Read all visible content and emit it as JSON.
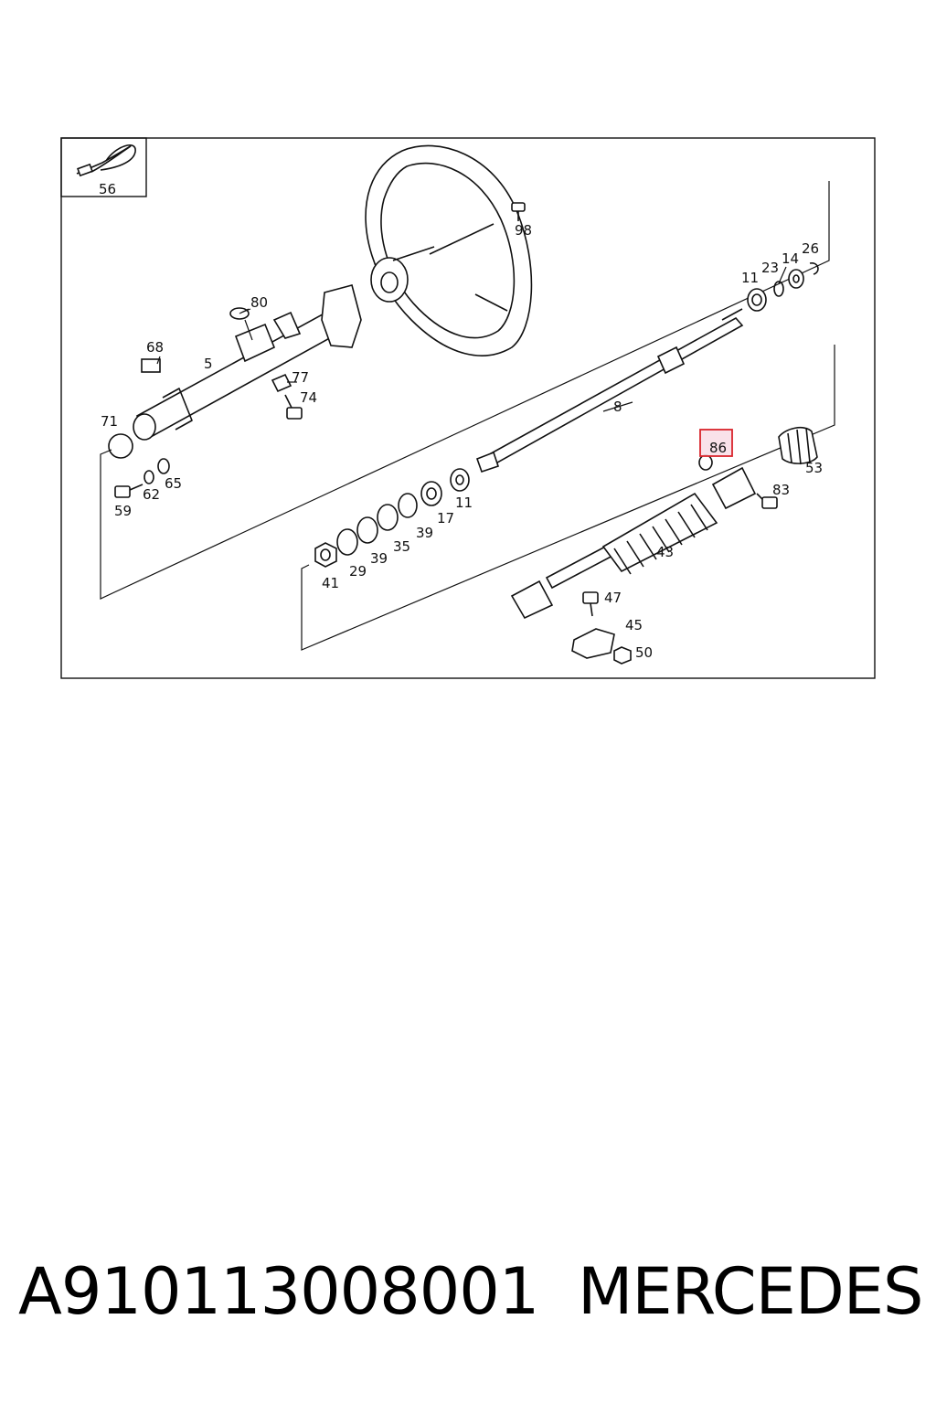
{
  "diagram": {
    "labels": {
      "l56": "56",
      "l98": "98",
      "l80": "80",
      "l68": "68",
      "l5": "5",
      "l77": "77",
      "l74": "74",
      "l71": "71",
      "l8": "8",
      "l11a": "11",
      "l23": "23",
      "l14": "14",
      "l26": "26",
      "l86": "86",
      "l53": "53",
      "l83": "83",
      "l65": "65",
      "l62": "62",
      "l59": "59",
      "l11b": "11",
      "l17": "17",
      "l39a": "39",
      "l35": "35",
      "l39b": "39",
      "l29": "29",
      "l41": "41",
      "l43": "43",
      "l47": "47",
      "l45": "45",
      "l50": "50"
    },
    "highlight_color": "#d9242b"
  },
  "footer": {
    "part_number": "A910113008001",
    "brand": "MERCEDES"
  }
}
